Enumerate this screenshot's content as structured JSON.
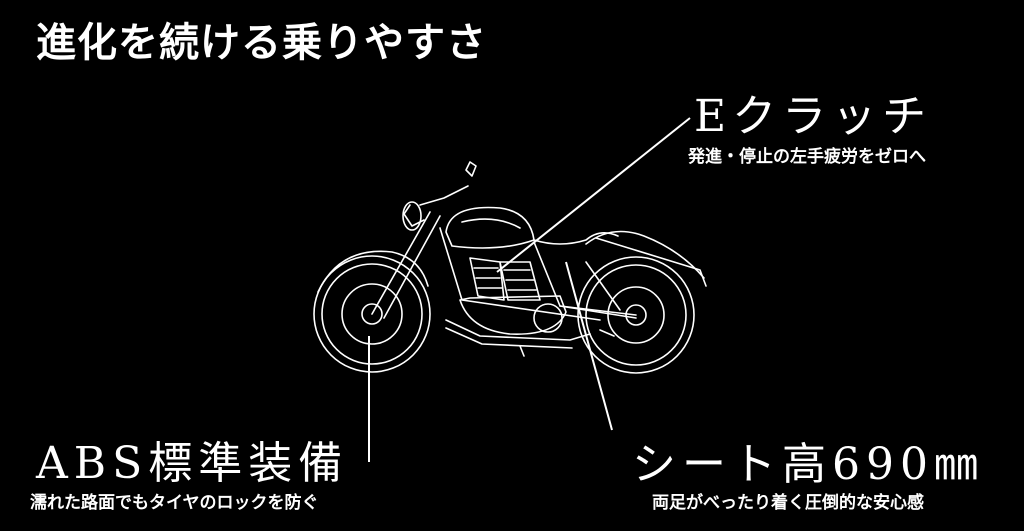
{
  "headline": "進化を続ける乗りやすさ",
  "features": {
    "eclutch": {
      "title": "Eクラッチ",
      "subtitle": "発進・停止の左手疲労をゼロへ"
    },
    "abs": {
      "title": "ABS標準装備",
      "subtitle": "濡れた路面でもタイヤのロックを防ぐ"
    },
    "seat": {
      "title": "シート高690㎜",
      "subtitle": "両足がべったり着く圧倒的な安心感"
    }
  },
  "colors": {
    "background": "#000000",
    "foreground": "#ffffff"
  }
}
